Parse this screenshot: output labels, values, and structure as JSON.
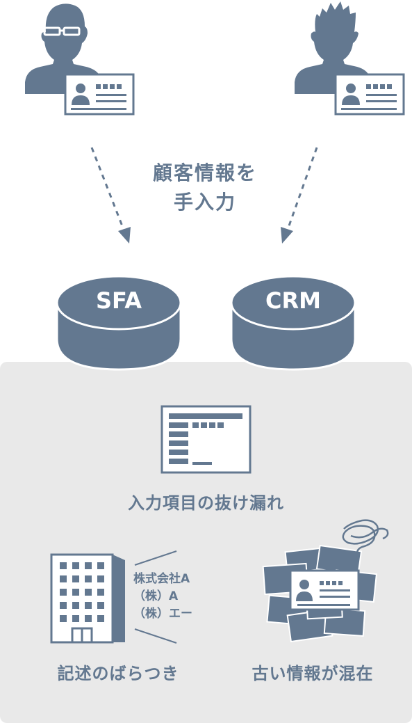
{
  "caption": {
    "line1": "顧客情報を",
    "line2": "手入力"
  },
  "databases": {
    "sfa": "SFA",
    "crm": "CRM"
  },
  "issues": {
    "missing_fields": "入力項目の抜け漏れ",
    "inconsistent": "記述のばらつき",
    "outdated": "古い情報が混在"
  },
  "company_variants": [
    "株式会社A",
    "（株）A",
    "（株）エー"
  ],
  "colors": {
    "accent": "#637890",
    "panel": "#e9e9e9",
    "white": "#ffffff"
  },
  "icons": [
    "person-with-glasses-icon",
    "person-icon",
    "id-card-icon",
    "database-icon",
    "form-icon",
    "building-icon",
    "stacked-cards-icon",
    "tangle-icon"
  ]
}
